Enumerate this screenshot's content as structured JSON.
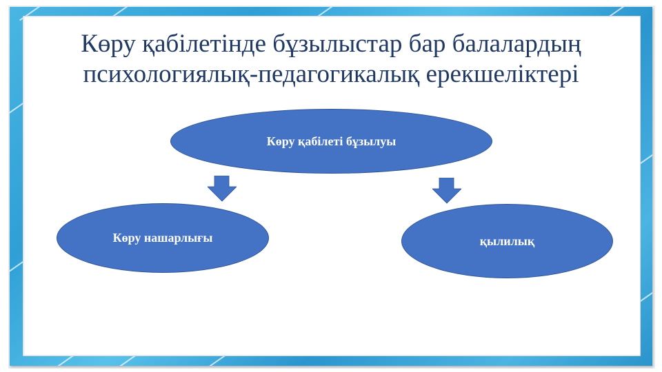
{
  "slide": {
    "title_line_1": "Көру қабілетінде бұзылыстар бар балалардың",
    "title_line_2": "психологиялық-педагогикалық ерекшеліктері",
    "title_color": "#1f3864",
    "frame_color": "#3aa8dd"
  },
  "diagram": {
    "root": {
      "label": "Көру қабілеті бұзылуы"
    },
    "children": [
      {
        "label": "Көру нашарлығы"
      },
      {
        "label": "қылилық"
      }
    ],
    "node_color": "#4472c4",
    "arrow_color": "#4472c4",
    "arrow_icon": "down-arrow-icon"
  }
}
